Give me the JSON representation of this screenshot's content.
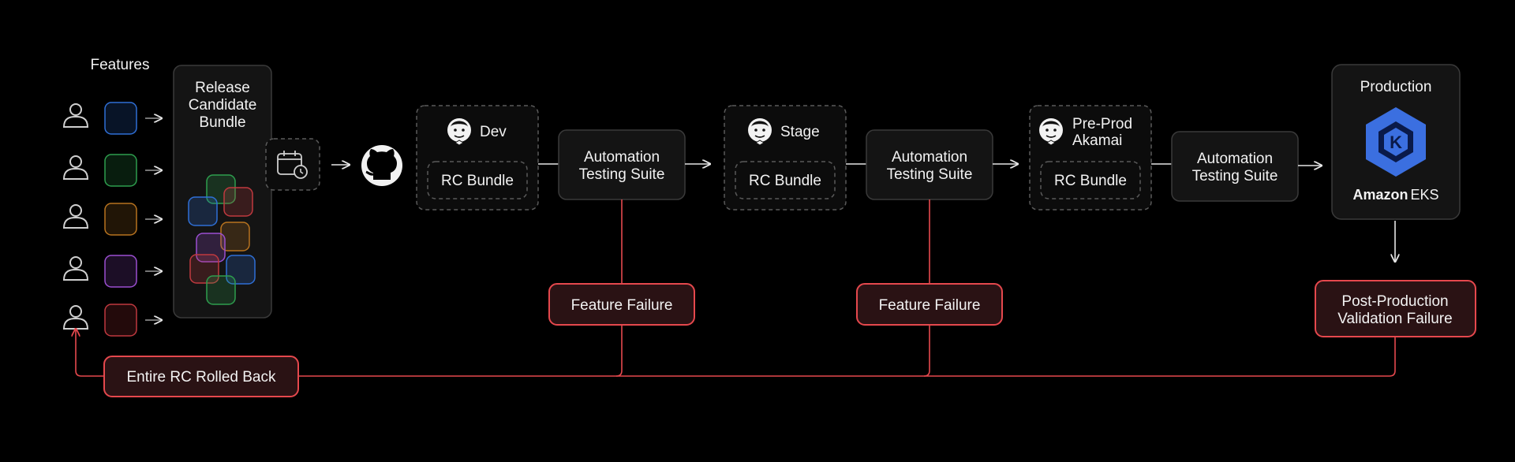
{
  "features": {
    "title": "Features",
    "colors": [
      "#2f6fd6",
      "#2e9e4e",
      "#b8731f",
      "#9b4fd1",
      "#c0393f"
    ]
  },
  "rc_bundle": {
    "lines": [
      "Release",
      "Candidate",
      "Bundle"
    ]
  },
  "stages": [
    {
      "name": "Dev",
      "bundle": "RC Bundle"
    },
    {
      "name": "Stage",
      "bundle": "RC Bundle"
    },
    {
      "name_lines": [
        "Pre-Prod",
        "Akamai"
      ],
      "bundle": "RC Bundle"
    }
  ],
  "automation": {
    "lines": [
      "Automation",
      "Testing Suite"
    ]
  },
  "failures": {
    "feature": "Feature Failure",
    "post_prod_lines": [
      "Post-Production",
      "Validation Failure"
    ],
    "rollback": "Entire RC Rolled Back"
  },
  "production": {
    "title": "Production",
    "eks_brand": "Amazon",
    "eks_product": "EKS",
    "logo_letter": "K"
  },
  "colors": {
    "failure": "#e5484d",
    "eks": "#3b6fe0"
  },
  "icons": [
    "user-icon",
    "arrow-right-icon",
    "calendar-clock-icon",
    "github-icon",
    "jenkins-icon",
    "kubernetes-eks-icon",
    "arrow-down-icon",
    "arrow-up-icon"
  ]
}
